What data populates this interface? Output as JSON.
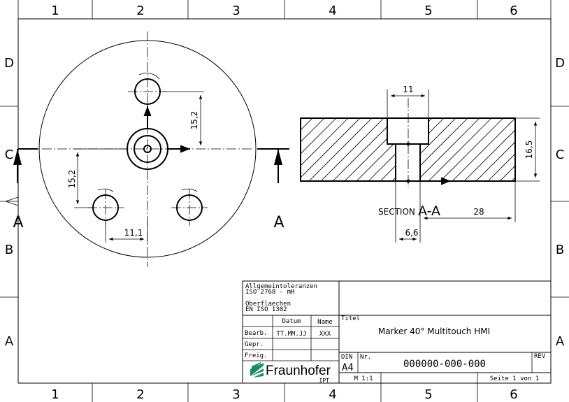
{
  "frame": {
    "columns": [
      "1",
      "2",
      "3",
      "4",
      "5",
      "6"
    ],
    "rows": [
      "D",
      "C",
      "B",
      "A"
    ]
  },
  "dimensions": {
    "front_vertical_top": "15,2",
    "front_vertical_left": "15,2",
    "front_horizontal": "11,1",
    "section_top_width": "11",
    "section_height": "16,5",
    "section_length": "28",
    "section_bore": "6,6"
  },
  "section": {
    "marker_left": "A",
    "marker_right": "A",
    "label_prefix": "SECTION",
    "label_id": "A-A"
  },
  "title_block": {
    "tolerance_line1": "Allgemeintoleranzen",
    "tolerance_line2": "ISO 2768 - mH",
    "surface_line1": "Oberflaechen",
    "surface_line2": "EN ISO 1302",
    "header_datum": "Datum",
    "header_name": "Name",
    "row_bearb": "Bearb.",
    "bearb_date": "TT.MM.JJ",
    "bearb_name": "XXX",
    "row_gepr": "Gepr.",
    "row_freig": "Freig.",
    "title_label": "Titel",
    "title": "Marker 40° Multitouch HMI",
    "din_label": "DIN",
    "format": "A4",
    "nr_label": "Nr.",
    "drawing_number": "000000-000-000",
    "rev_label": "REV",
    "scale": "M 1:1",
    "sheet": "Seite 1 von 1",
    "logo_text": "Fraunhofer",
    "logo_sub": "IPT"
  }
}
